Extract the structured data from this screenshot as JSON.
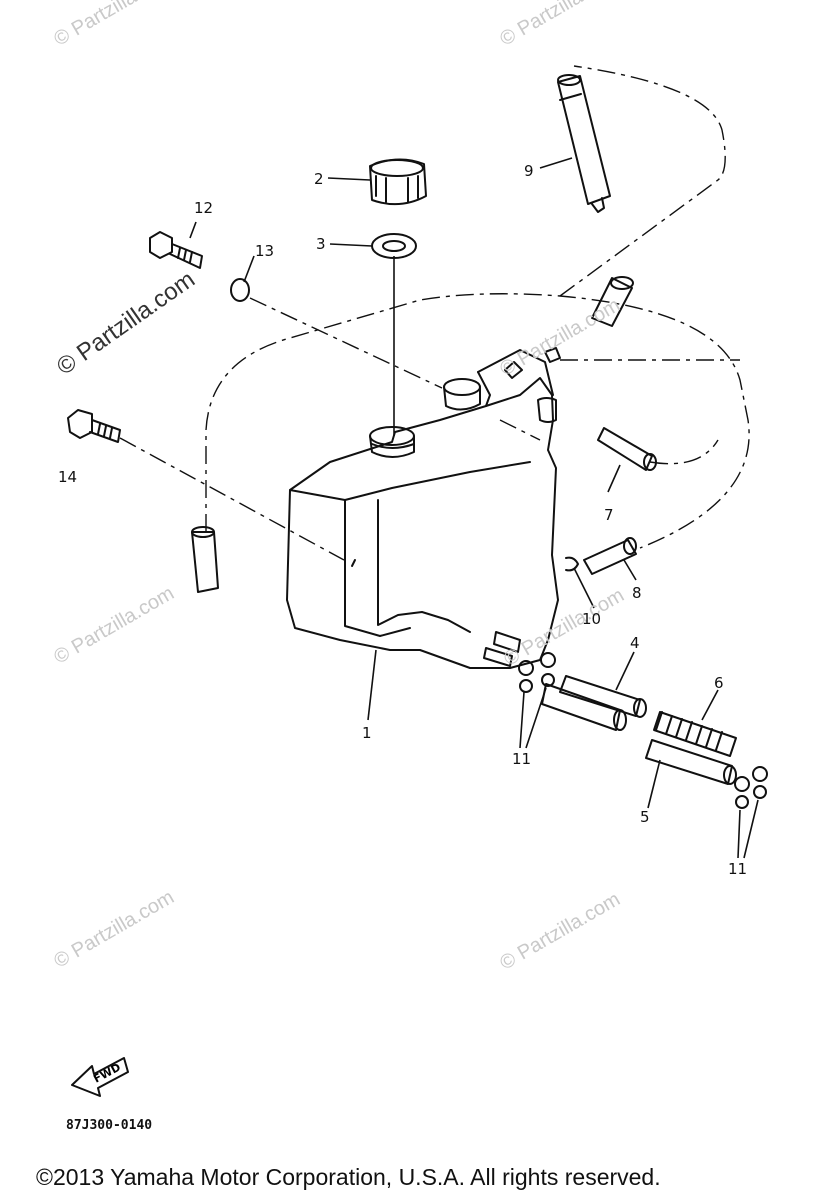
{
  "watermarks": {
    "text": "© Partzilla.com",
    "strong_text": "© Partzilla.com"
  },
  "callouts": {
    "p1": "1",
    "p2": "2",
    "p3": "3",
    "p4": "4",
    "p5": "5",
    "p6": "6",
    "p7": "7",
    "p8": "8",
    "p9": "9",
    "p10": "10",
    "p11a": "11",
    "p11b": "11",
    "p12": "12",
    "p13": "13",
    "p14": "14"
  },
  "fwd_indicator": {
    "label": "FWD"
  },
  "part_code": "87J300-0140",
  "copyright": "©2013 Yamaha Motor Corporation, U.S.A. All rights reserved."
}
